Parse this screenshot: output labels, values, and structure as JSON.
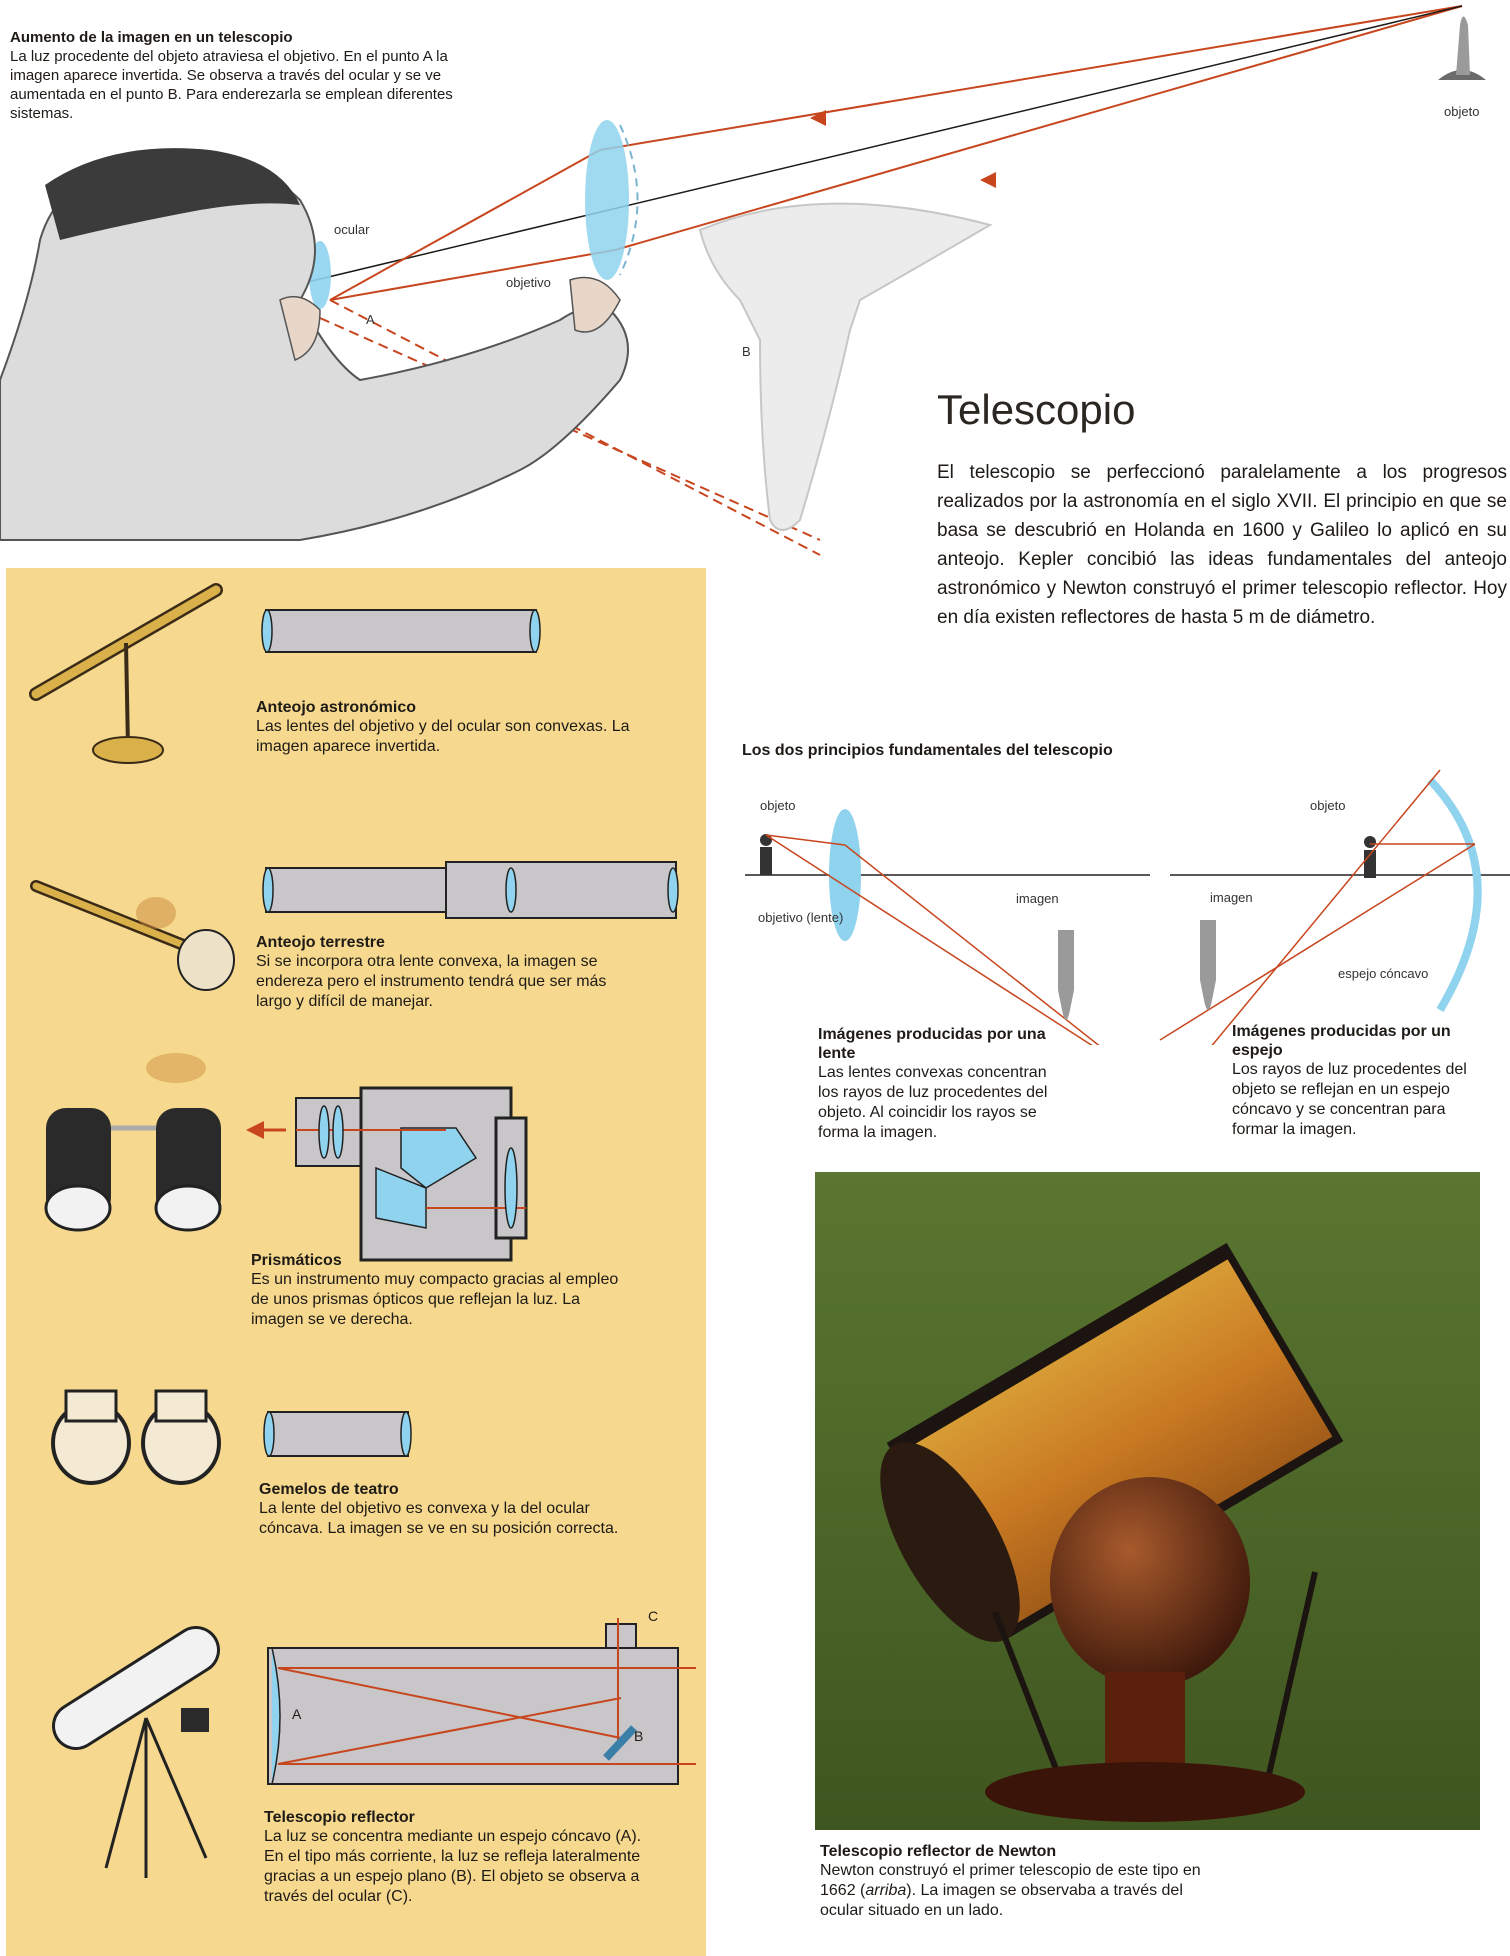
{
  "top_section": {
    "title": "Aumento de la imagen en un telescopio",
    "text": "La luz procedente del objeto atraviesa el objetivo. En el punto A la imagen aparece invertida. Se observa a través del ocular y se ve aumentada en el punto B. Para enderezarla se emplean diferentes sistemas.",
    "labels": {
      "ocular": "ocular",
      "objetivo": "objetivo",
      "objeto": "objeto",
      "point_a": "A",
      "point_b": "B"
    }
  },
  "telescope_intro": {
    "title": "Telescopio",
    "text": "El telescopio se perfeccionó paralelamente a los progresos realizados por la astronomía en el siglo XVII. El principio en que se basa se descubrió en Holanda en 1600 y Galileo lo aplicó en su anteojo. Kepler concibió las ideas fundamentales del anteojo astronómico y Newton construyó el primer telescopio reflector. Hoy en día existen reflectores de hasta 5 m de diámetro."
  },
  "instruments": [
    {
      "title": "Anteojo astronómico",
      "text": "Las lentes del objetivo y del ocular son convexas. La imagen aparece invertida."
    },
    {
      "title": "Anteojo terrestre",
      "text": "Si se incorpora otra lente convexa, la imagen se endereza pero el instrumento tendrá que ser más largo y difícil de manejar."
    },
    {
      "title": "Prismáticos",
      "text": "Es un instrumento muy compacto gracias al empleo de unos prismas ópticos que reflejan la luz. La imagen se ve derecha."
    },
    {
      "title": "Gemelos de teatro",
      "text": "La lente del objetivo es convexa y la del ocular cóncava. La imagen se ve en su posición correcta."
    },
    {
      "title": "Telescopio reflector",
      "text": "La luz se concentra mediante un espejo cóncavo (A). En el tipo más corriente, la luz se refleja lateralmente gracias a un espejo plano (B). El objeto se observa a través del ocular (C)."
    }
  ],
  "reflector_labels": {
    "a": "A",
    "b": "B",
    "c": "C"
  },
  "principles": {
    "title": "Los dos principios fundamentales del telescopio",
    "lens_diagram": {
      "objeto": "objeto",
      "objetivo_lente": "objetivo (lente)",
      "imagen": "imagen"
    },
    "mirror_diagram": {
      "objeto": "objeto",
      "imagen": "imagen",
      "espejo": "espejo cóncavo"
    },
    "lens_caption": {
      "title": "Imágenes producidas por una lente",
      "text": "Las lentes convexas concentran los rayos de luz procedentes del objeto. Al coincidir los rayos se forma la imagen."
    },
    "mirror_caption": {
      "title": "Imágenes producidas por un espejo",
      "text": "Los rayos de luz procedentes del objeto se reflejan en un espejo cóncavo y se concentran para formar la imagen."
    }
  },
  "newton": {
    "title": "Telescopio reflector de Newton",
    "text_before": "Newton construyó el primer telescopio de este tipo en 1662 (",
    "text_italic": "arriba",
    "text_after": "). La imagen se observaba a través del ocular situado en un lado."
  },
  "colors": {
    "panel_yellow": "#f6d98e",
    "ray_orange": "#c8461e",
    "lens_blue": "#8fd3ee",
    "tube_grey": "#c8c6c8",
    "photo_green": "#4e6a28"
  }
}
